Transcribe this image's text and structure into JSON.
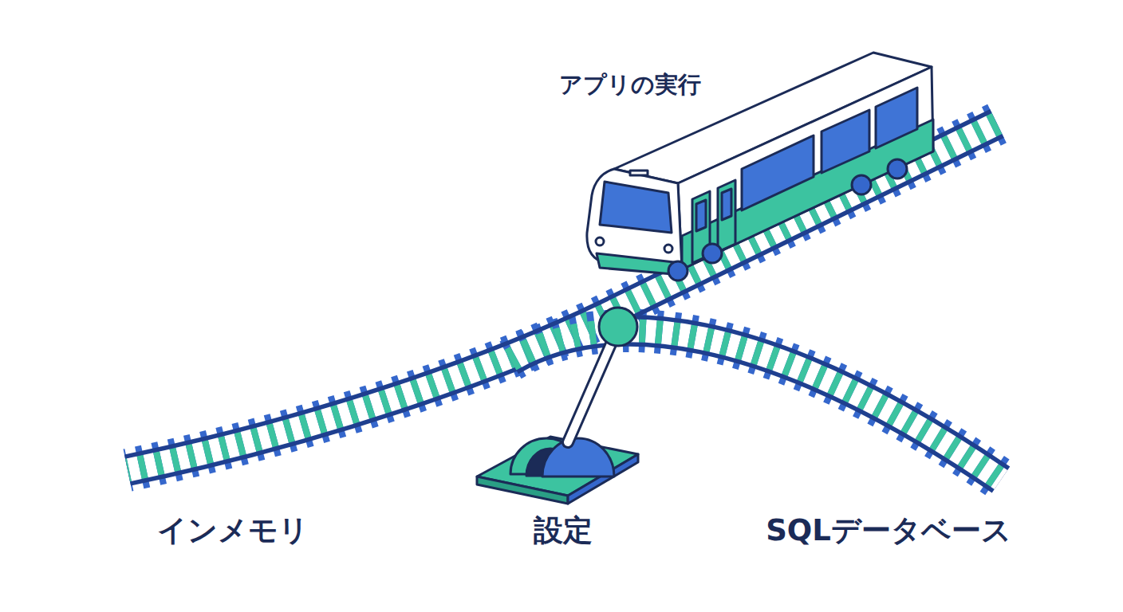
{
  "diagram": {
    "labels": [
      "アプリの実行",
      "インメモリ",
      "設定",
      "SQLデータベース"
    ]
  }
}
